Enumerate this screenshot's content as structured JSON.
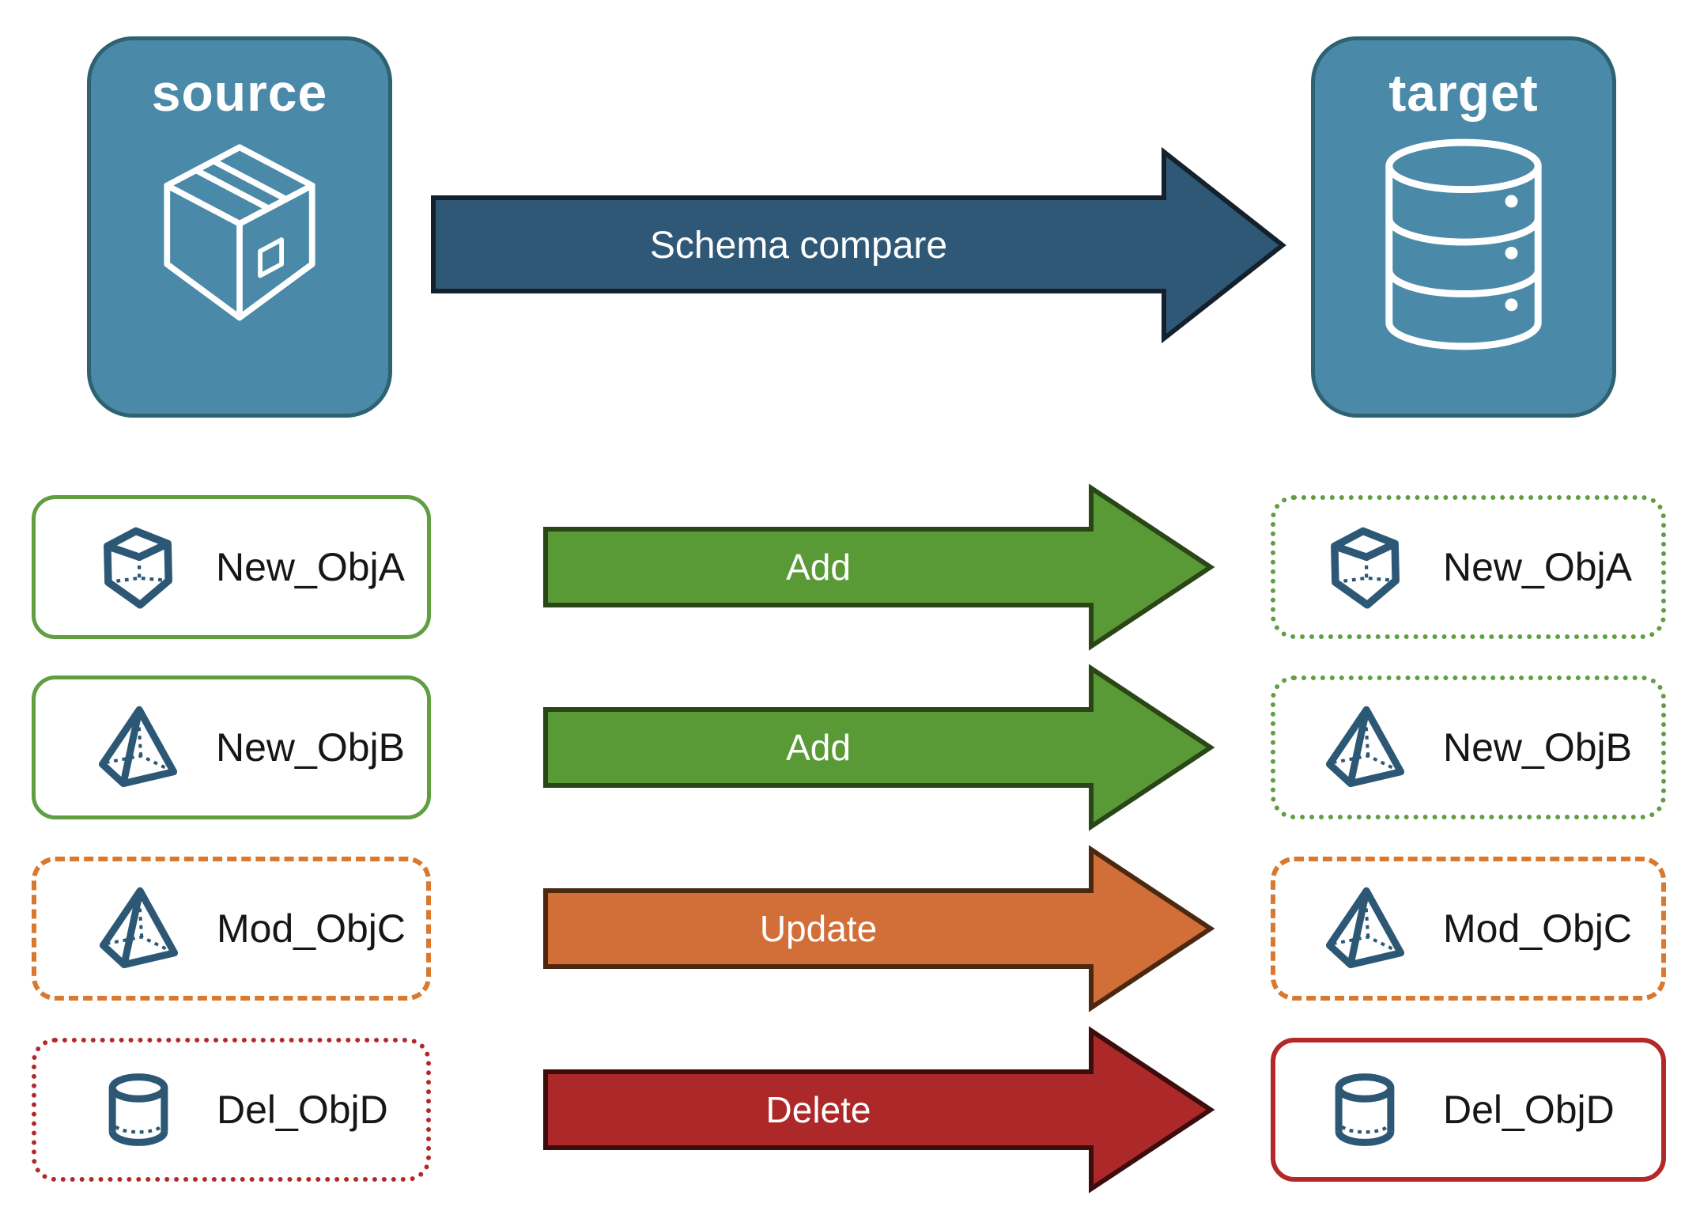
{
  "source": {
    "label": "source",
    "icon": "package-icon"
  },
  "target": {
    "label": "target",
    "icon": "database-icon"
  },
  "compare": {
    "label": "Schema compare"
  },
  "rows": [
    {
      "object": "New_ObjA",
      "action": "Add",
      "icon": "cube-icon",
      "source_box_style": "solid-green",
      "target_box_style": "dotted-green"
    },
    {
      "object": "New_ObjB",
      "action": "Add",
      "icon": "pyramid-icon",
      "source_box_style": "solid-green",
      "target_box_style": "dotted-green"
    },
    {
      "object": "Mod_ObjC",
      "action": "Update",
      "icon": "pyramid-icon",
      "source_box_style": "dashed-orange",
      "target_box_style": "dashed-orange"
    },
    {
      "object": "Del_ObjD",
      "action": "Delete",
      "icon": "cylinder-icon",
      "source_box_style": "dotted-red",
      "target_box_style": "solid-red"
    }
  ],
  "colors": {
    "node_fill": "#4a8aa8",
    "node_border": "#2e6273",
    "compare_arrow": "#2e5876",
    "add_arrow": "#599a37",
    "update_arrow": "#d26e38",
    "delete_arrow": "#ad2828",
    "green_border": "#5f9e41",
    "orange_border": "#d9782f",
    "red_border": "#b32929",
    "icon_stroke": "#2c5876"
  }
}
